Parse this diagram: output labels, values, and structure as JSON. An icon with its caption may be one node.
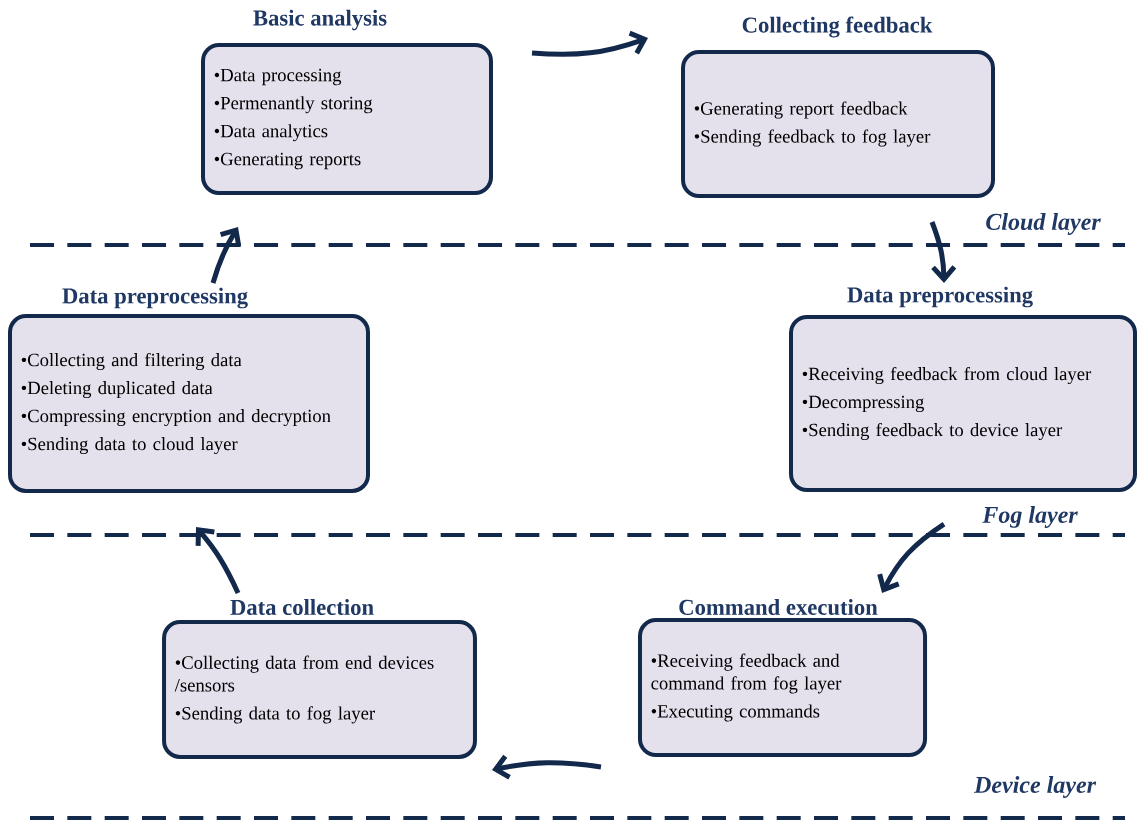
{
  "diagram": {
    "nodes": [
      {
        "text": [
          "Basic analysis",
          "•Data processing",
          "•Permenantly storing",
          "•Data analytics",
          "•Generating reports"
        ]
      },
      {
        "text": [
          "Collecting feedback",
          "•Generating report feedback",
          "•Sending feedback to fog layer"
        ]
      },
      {
        "text": [
          "Data preprocessing",
          "•Receiving feedback from cloud layer",
          "•Decompressing",
          "•Sending feedback to device layer"
        ]
      },
      {
        "text": [
          "Command execution",
          "•Receiving feedback and command from fog layer",
          "•Executing commands"
        ]
      },
      {
        "text": [
          "Data collection",
          "•Collecting data from end devices /sensors",
          "•Sending data to fog layer"
        ]
      },
      {
        "text": [
          "Data preprocessing",
          "•Collecting and filtering data",
          "•Deleting duplicated data",
          "•Compressing encryption and decryption",
          "•Sending data to cloud layer"
        ]
      }
    ],
    "edges": [
      {
        "from": 0,
        "to": 1,
        "arrow": "to"
      },
      {
        "from": 1,
        "to": 2,
        "arrow": "to"
      },
      {
        "from": 2,
        "to": 3,
        "arrow": "to"
      },
      {
        "from": 3,
        "to": 4,
        "arrow": "to"
      },
      {
        "from": 4,
        "to": 5,
        "arrow": "to"
      },
      {
        "from": 5,
        "to": 0,
        "arrow": "to"
      }
    ],
    "labels": [
      "Cloud layer",
      "Fog layer",
      "Device layer"
    ]
  }
}
